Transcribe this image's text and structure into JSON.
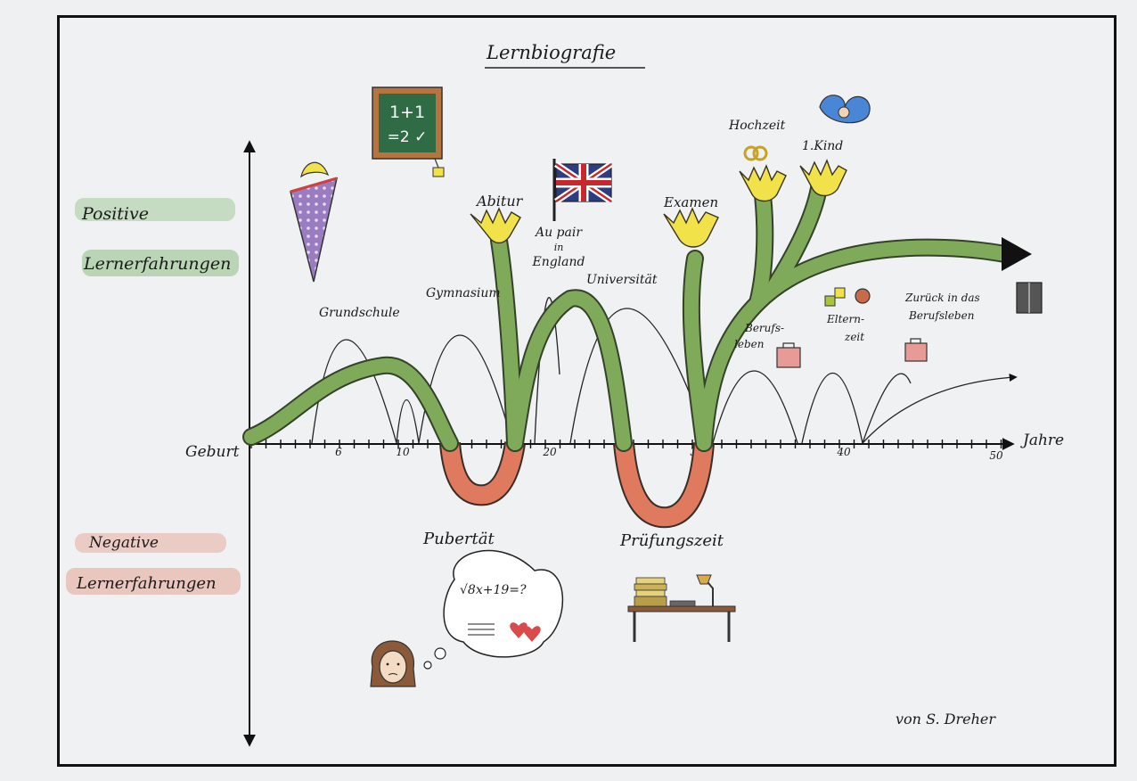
{
  "title": "Lernbiografie",
  "y_positive": [
    "Positive",
    "Lernerfahrungen"
  ],
  "y_negative": [
    "Negative",
    "Lernerfahrungen"
  ],
  "x_axis": {
    "start_label": "Geburt",
    "unit_label": "Jahre",
    "ticks": [
      "6",
      "10",
      "20",
      "30",
      "40",
      "50"
    ]
  },
  "stages": {
    "grundschule": "Grundschule",
    "gymnasium": "Gymnasium",
    "abitur": "Abitur",
    "aupair": [
      "Au pair",
      "in",
      "England"
    ],
    "universitaet": "Universität",
    "examen": "Examen",
    "hochzeit": "Hochzeit",
    "kind": "1.Kind",
    "berufsleben": [
      "Berufs-",
      "leben"
    ],
    "elternzeit": [
      "Eltern-",
      "zeit"
    ],
    "zurueck": [
      "Zurück in das",
      "Berufsleben"
    ],
    "pubertaet": "Pubertät",
    "pruefungszeit": "Prüfungszeit"
  },
  "chalkboard": [
    "1+1",
    "=2 ✓"
  ],
  "thought_bubble": "√8x+19=?",
  "author": "von S. Dreher",
  "colors": {
    "positive_curve": "#7faa5a",
    "negative_curve": "#e07a5f",
    "flower": "#f2e24a",
    "positive_wash": "#79b46a",
    "negative_wash": "#e3957f"
  },
  "icons": [
    "school-cone-icon",
    "chalkboard-icon",
    "union-jack-flag-icon",
    "wedding-rings-icon",
    "baby-icon",
    "briefcase-icon",
    "building-blocks-icon",
    "binder-icon",
    "desk-lamp-icon",
    "heart-icon",
    "student-face-icon"
  ]
}
